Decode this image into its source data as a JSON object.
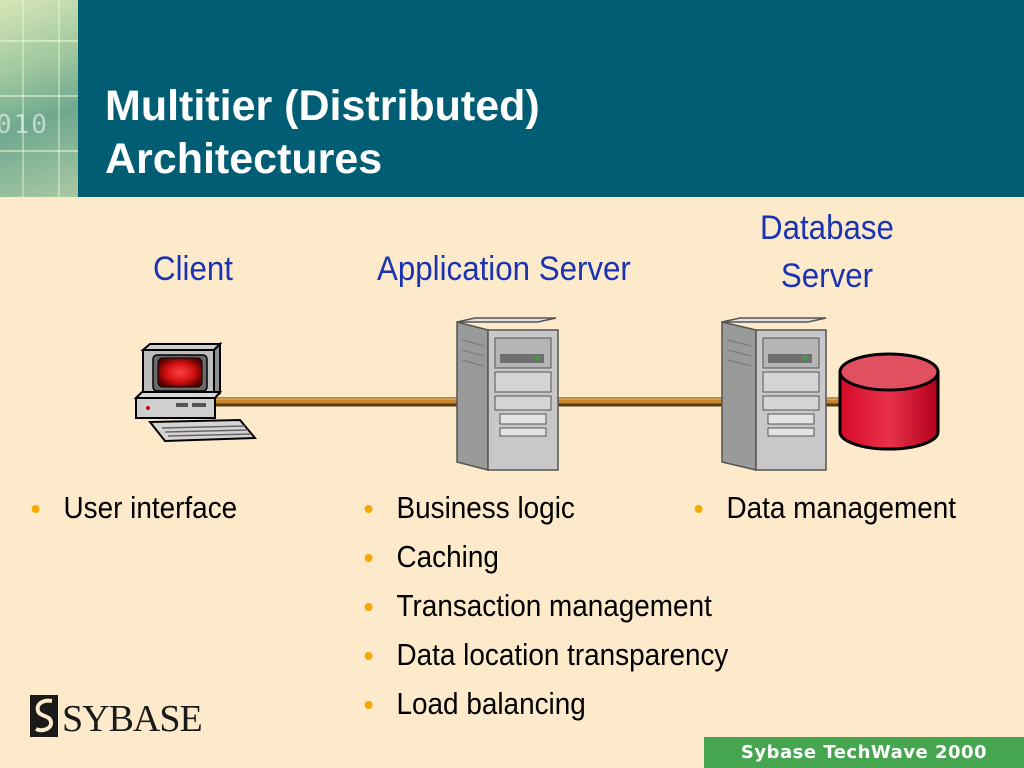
{
  "title": {
    "line1": "Multitier (Distributed)",
    "line2": "Architectures"
  },
  "columns": {
    "client": {
      "label": "Client",
      "bullets": [
        "User interface"
      ]
    },
    "app_server": {
      "label": "Application Server",
      "bullets": [
        "Business logic",
        "Caching",
        "Transaction management",
        "Data location transparency",
        "Load balancing"
      ]
    },
    "db_server": {
      "label_line1": "Database",
      "label_line2": "Server",
      "bullets": [
        "Data management"
      ]
    }
  },
  "header_image_text": "010",
  "logo": {
    "text": "SYBASE"
  },
  "footer": {
    "badge": "Sybase TechWave 2000"
  },
  "colors": {
    "header": "#005d73",
    "background": "#fdeacb",
    "label": "#1a33b3",
    "bullet": "#f7a800",
    "footer_badge": "#46a650",
    "database": "#d0102a"
  },
  "icons": [
    "client-computer-icon",
    "server-tower-icon",
    "database-cylinder-icon",
    "sybase-logo-icon"
  ]
}
